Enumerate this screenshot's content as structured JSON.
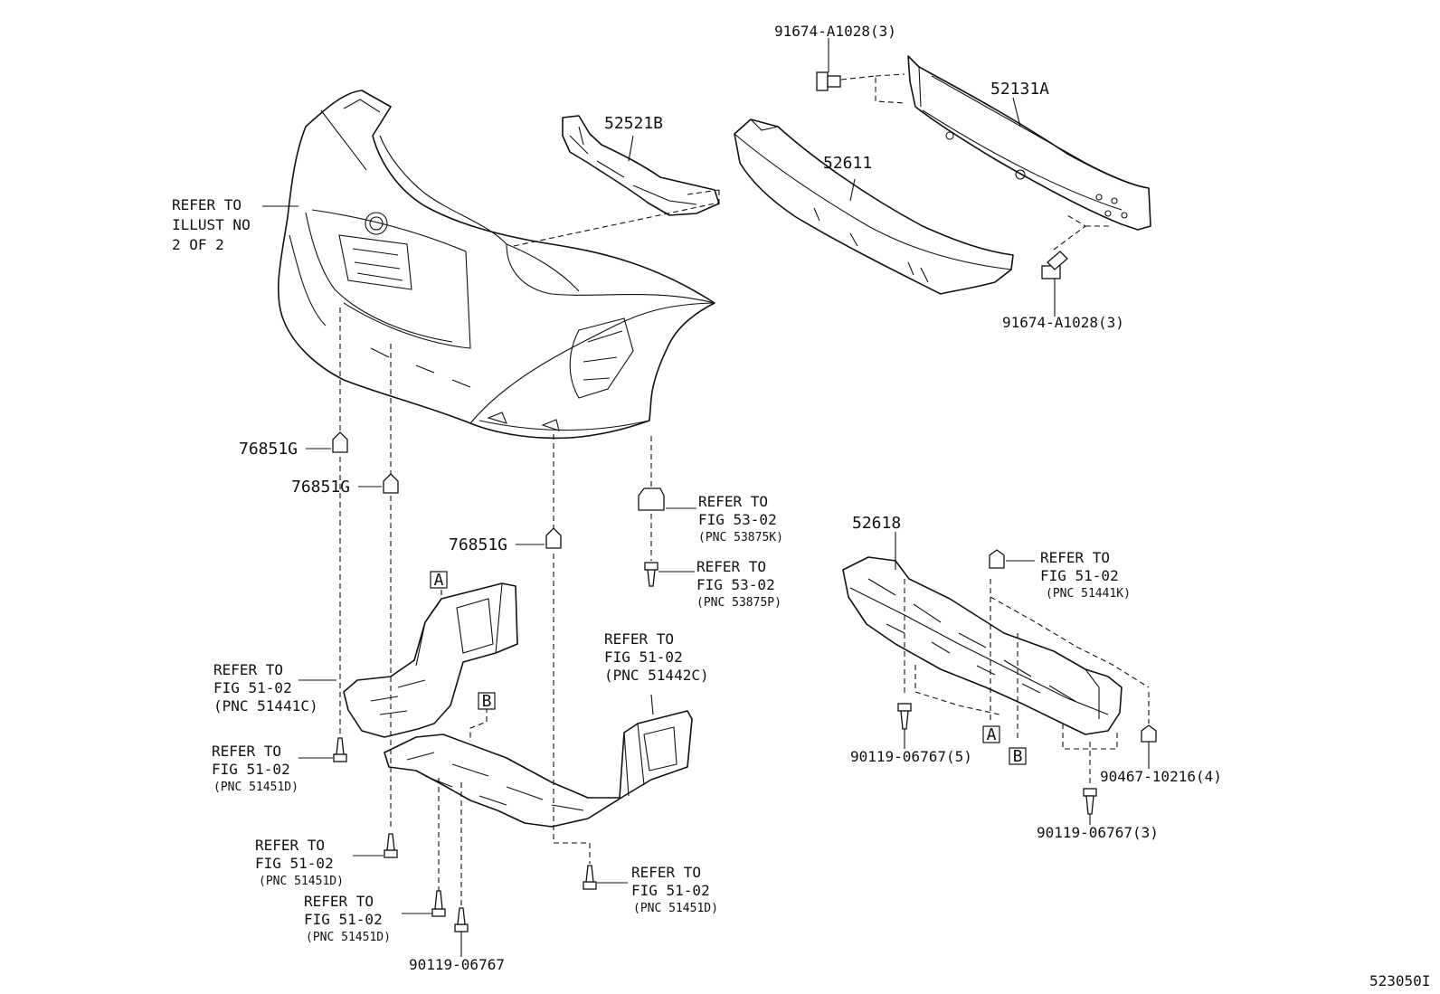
{
  "diagram_id": "523050I",
  "parts": {
    "bolt_a1028_top": "91674-A1028(3)",
    "reinforcement": "52131A",
    "retainer": "52521B",
    "absorber": "52611",
    "bolt_a1028_bottom": "91674-A1028(3)",
    "clip_1": "76851G",
    "clip_2": "76851G",
    "clip_3": "76851G",
    "cover_right": "52618",
    "screw_5": "90119-06767(5)",
    "screw_left": "90119-06767",
    "screw_3": "90119-06767(3)",
    "clip_4": "90467-10216(4)"
  },
  "refs": {
    "illust": [
      "REFER TO",
      "ILLUST NO",
      "2 OF 2"
    ],
    "fig5302_k": [
      "REFER TO",
      "FIG 53-02",
      "(PNC 53875K)"
    ],
    "fig5302_p": [
      "REFER TO",
      "FIG 53-02",
      "(PNC 53875P)"
    ],
    "fig5102_441k": [
      "REFER TO",
      "FIG 51-02",
      "(PNC 51441K)"
    ],
    "fig5102_442c": [
      "REFER TO",
      "FIG 51-02",
      "(PNC 51442C)"
    ],
    "fig5102_441c": [
      "REFER TO",
      "FIG 51-02",
      "(PNC 51441C)"
    ],
    "fig5102_451d_a": [
      "REFER TO",
      "FIG 51-02",
      "(PNC 51451D)"
    ],
    "fig5102_451d_b": [
      "REFER TO",
      "FIG 51-02",
      "(PNC 51451D)"
    ],
    "fig5102_451d_c": [
      "REFER TO",
      "FIG 51-02",
      "(PNC 51451D)"
    ],
    "fig5102_451d_d": [
      "REFER TO",
      "FIG 51-02",
      "(PNC 51451D)"
    ]
  },
  "markers": {
    "a_left": "A",
    "b_left": "B",
    "a_right": "A",
    "b_right": "B"
  }
}
